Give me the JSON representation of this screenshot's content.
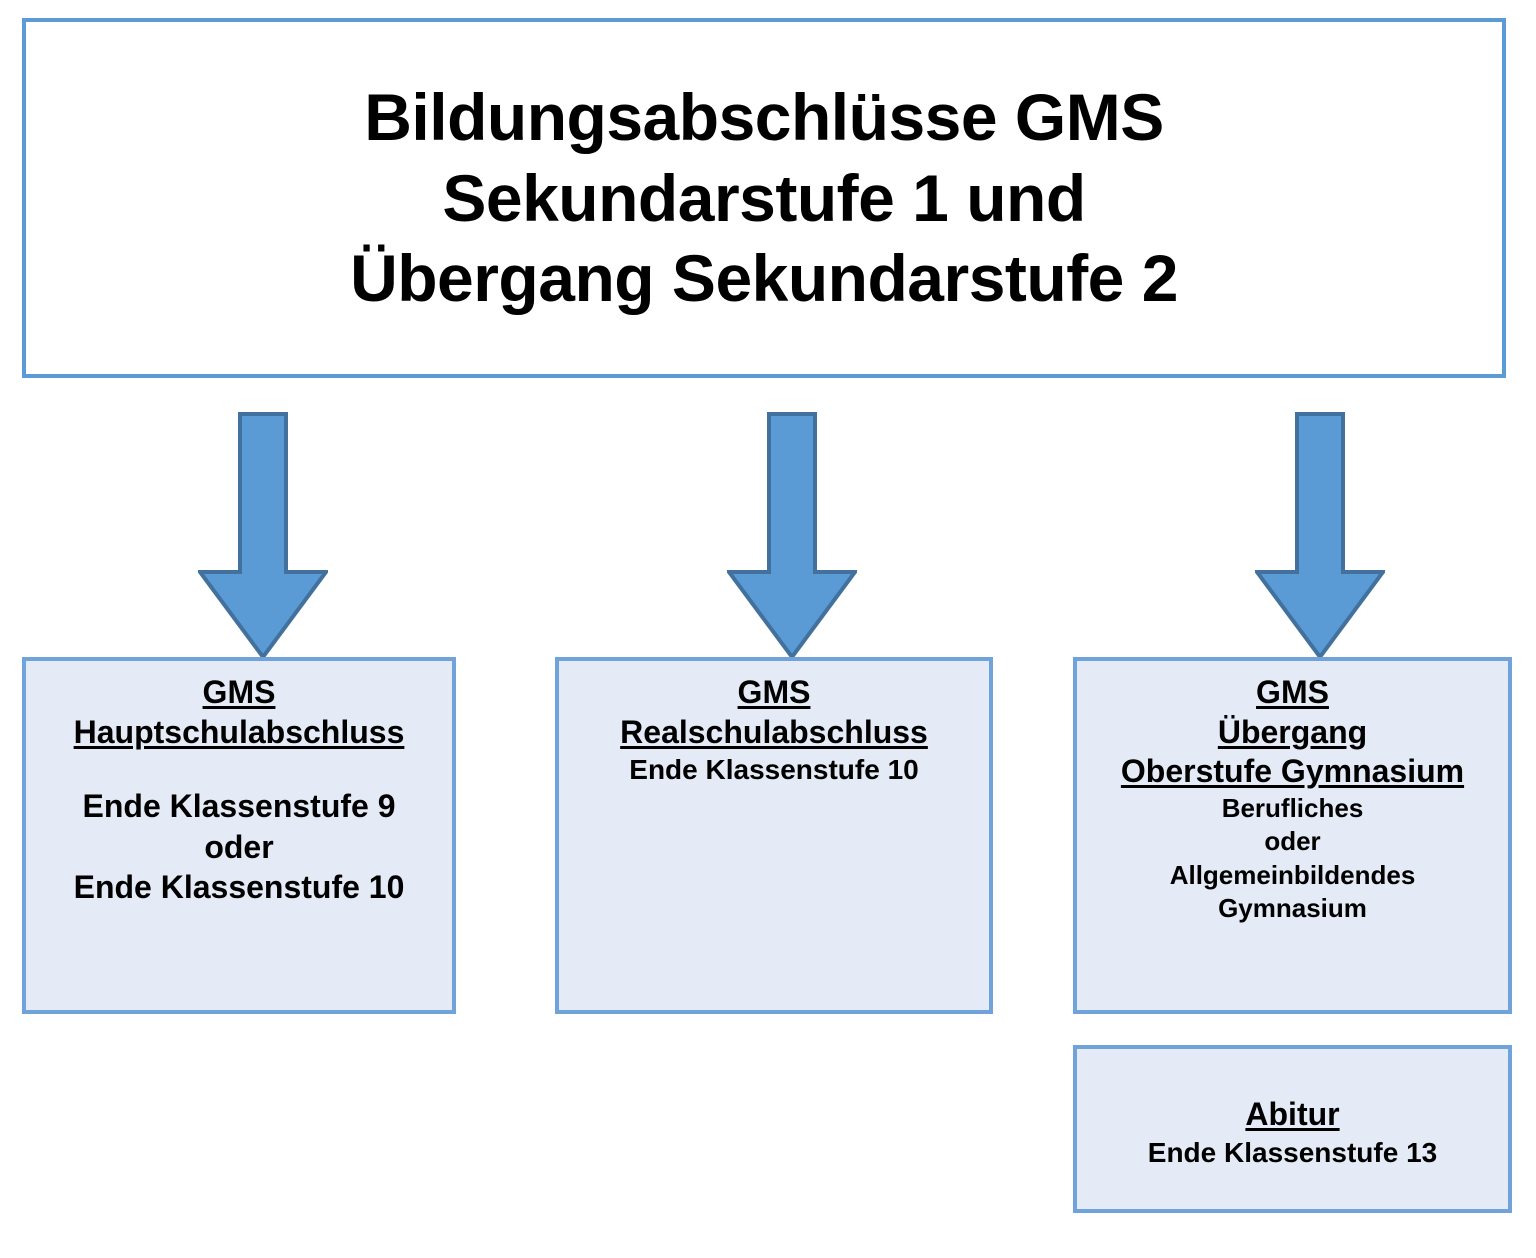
{
  "title": {
    "lines": [
      "Bildungsabschlüsse GMS",
      "Sekundarstufe 1 und",
      "Übergang Sekundarstufe 2"
    ]
  },
  "colors": {
    "arrow_fill": "#5B9BD5",
    "arrow_outline": "#41719C",
    "box_border": "#6FA3D9",
    "box_fill": "#E4EBF6",
    "title_border": "#5B9BD5",
    "title_fill": "#FFFFFF",
    "text": "#000000"
  },
  "arrows": [
    {
      "name": "arrow-to-hauptschulabschluss",
      "direction": "down"
    },
    {
      "name": "arrow-to-realschulabschluss",
      "direction": "down"
    },
    {
      "name": "arrow-to-uebergang-oberstufe",
      "direction": "down"
    }
  ],
  "boxes": {
    "hauptschulabschluss": {
      "head_1": "GMS",
      "head_2": "Hauptschulabschluss",
      "body_1": "Ende Klassenstufe 9",
      "body_2": "oder",
      "body_3": "Ende Klassenstufe 10"
    },
    "realschulabschluss": {
      "head_1": "GMS",
      "head_2": "Realschulabschluss",
      "body_1": "Ende Klassenstufe 10"
    },
    "uebergang": {
      "head_1": "GMS",
      "head_2": "Übergang",
      "head_3": "Oberstufe Gymnasium",
      "body_1": "Berufliches",
      "body_2": "oder",
      "body_3": "Allgemeinbildendes",
      "body_4": "Gymnasium"
    },
    "abitur": {
      "head_1": "Abitur",
      "body_1": "Ende Klassenstufe 13"
    }
  }
}
